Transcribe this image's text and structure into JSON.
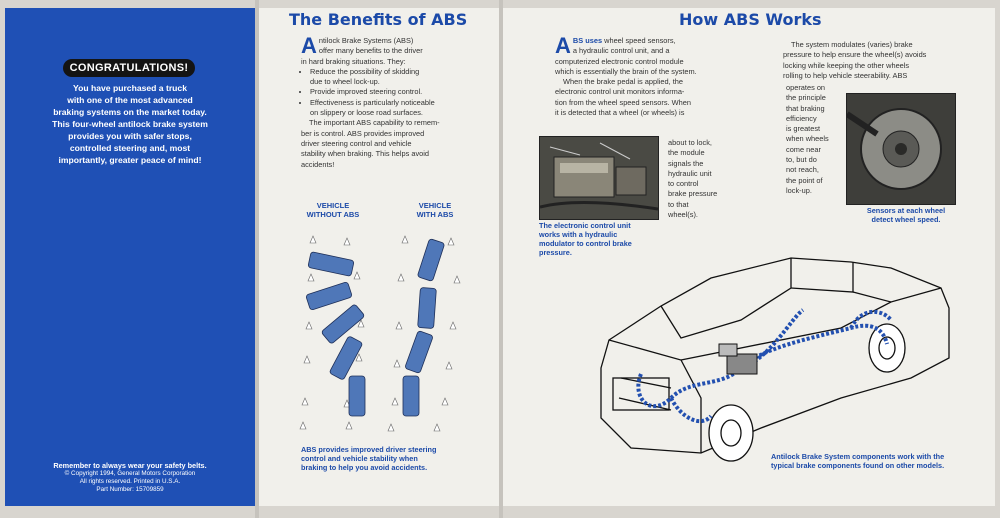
{
  "left_panel": {
    "badge": "CONGRATULATIONS!",
    "lines": [
      "You have purchased a truck",
      "with one of the most advanced",
      "braking systems on the market today.",
      "This four-wheel antilock brake system",
      "provides you with safer stops,",
      "controlled steering and, most",
      "importantly, greater peace of mind!"
    ],
    "footer": {
      "belts": "Remember to always wear your safety belts.",
      "copyright": "© Copyright 1994, General Motors Corporation",
      "rights": "All rights reserved. Printed in U.S.A.",
      "part": "Part Number: 15709859"
    }
  },
  "benefits": {
    "title": "The Benefits of ABS",
    "dropcap": "A",
    "intro_lines": [
      "ntilock Brake Systems (ABS)",
      "offer many benefits to the driver",
      "in hard braking situations. They:"
    ],
    "bullets": [
      [
        "Reduce the possibility of skidding",
        "due to wheel lock-up."
      ],
      [
        "Provide improved steering control."
      ],
      [
        "Effectiveness is particularly noticeable",
        "on slippery or loose road surfaces."
      ]
    ],
    "para2": [
      "The important ABS capability to remem-",
      "ber is control. ABS provides improved",
      "driver steering control and vehicle",
      "stability when braking. This helps avoid",
      "accidents!"
    ],
    "label_without": [
      "VEHICLE",
      "WITHOUT ABS"
    ],
    "label_with": [
      "VEHICLE",
      "WITH ABS"
    ],
    "caption": [
      "ABS provides improved driver steering",
      "control and vehicle stability when",
      "braking to help you avoid accidents."
    ]
  },
  "how": {
    "title": "How ABS Works",
    "dropcap": "A",
    "lead": "BS uses",
    "col1_top": [
      "wheel speed sensors,",
      "a hydraulic control unit, and a",
      "computerized electronic control module",
      "which is essentially the brain of the system.",
      "When the brake pedal is applied, the",
      "electronic control unit monitors informa-",
      "tion from the wheel speed sensors. When",
      "it is detected that a wheel (or wheels) is"
    ],
    "col1_side": [
      "about to lock,",
      "the module",
      "signals the",
      "hydraulic unit",
      "to control",
      "brake pressure",
      "to that",
      "wheel(s)."
    ],
    "photo1_caption": [
      "The electronic control unit",
      "works with a hydraulic",
      "modulator to control brake",
      "pressure."
    ],
    "col2_top": [
      "The system modulates (varies) brake",
      "pressure to help ensure the wheel(s) avoids",
      "locking while keeping the other wheels",
      "rolling to help vehicle steerability. ABS"
    ],
    "col2_side": [
      "operates on",
      "the principle",
      "that braking",
      "efficiency",
      "is greatest",
      "when wheels",
      "come near",
      "to, but do",
      "not reach,",
      "the point of",
      "lock-up."
    ],
    "photo2_caption": [
      "Sensors at each wheel",
      "detect wheel speed."
    ],
    "truck_caption": [
      "Antilock Brake System components work with the",
      "typical brake components found on other models."
    ]
  },
  "colors": {
    "brand_blue": "#1f50b5",
    "heading_blue": "#1c4aa8",
    "paper": "#f1f0eb"
  }
}
